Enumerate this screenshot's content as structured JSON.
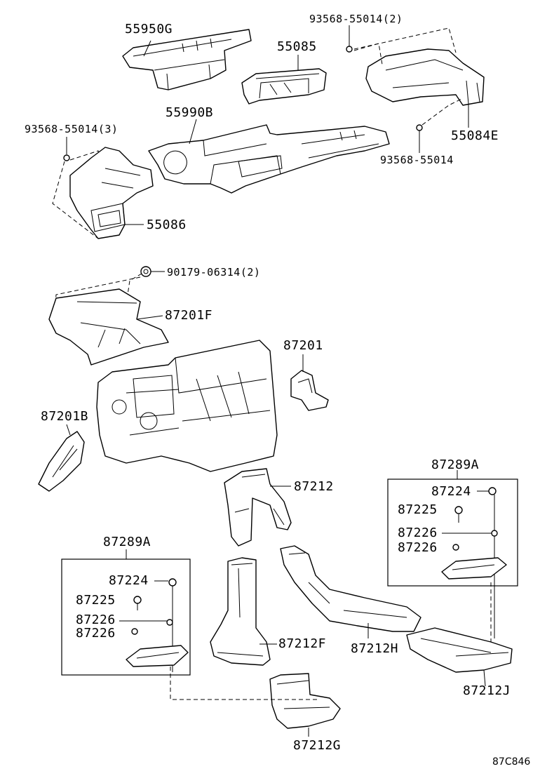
{
  "labels": {
    "p55950G": "55950G",
    "p55085": "55085",
    "p93568_55014_2": "93568-55014(2)",
    "p55990B": "55990B",
    "p93568_55014_3": "93568-55014(3)",
    "p55084E": "55084E",
    "p93568_55014": "93568-55014",
    "p55086": "55086",
    "p90179_06314_2": "90179-06314(2)",
    "p87201F": "87201F",
    "p87201": "87201",
    "p87201B": "87201B",
    "p87212": "87212",
    "p87289A_right": "87289A",
    "p87224_right": "87224",
    "p87225_right": "87225",
    "p87226_right_a": "87226",
    "p87226_right_b": "87226",
    "p87289A_left": "87289A",
    "p87224_left": "87224",
    "p87225_left": "87225",
    "p87226_left_a": "87226",
    "p87226_left_b": "87226",
    "p87212F": "87212F",
    "p87212H": "87212H",
    "p87212J": "87212J",
    "p87212G": "87212G"
  },
  "diagram_code": "87C846"
}
